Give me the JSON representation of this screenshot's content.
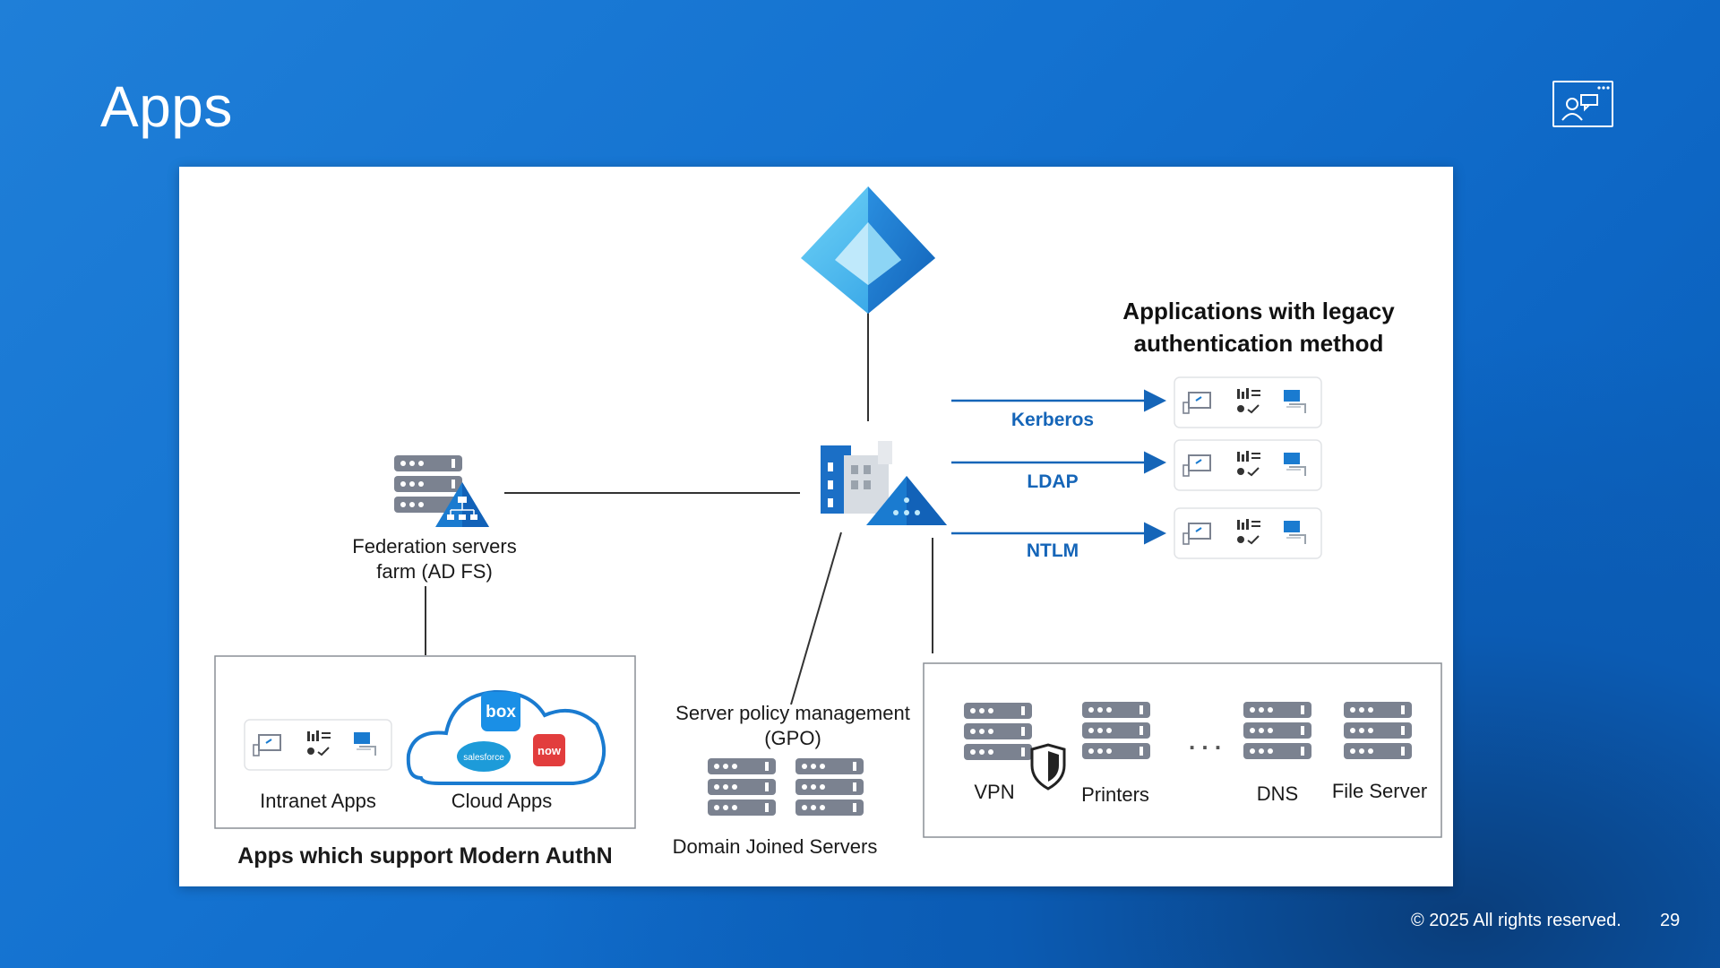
{
  "slide": {
    "title": "Apps",
    "copyright": "© 2025 All rights reserved.",
    "page_number": "29"
  },
  "icons": {
    "presenter": "presenter-icon",
    "entra": "entra-id-pyramid-icon",
    "onprem": "onprem-building-ad-icon",
    "adfs": "adfs-server-icon"
  },
  "diagram": {
    "legacy_heading_line1": "Applications with legacy",
    "legacy_heading_line2": "authentication method",
    "protocols": [
      "Kerberos",
      "LDAP",
      "NTLM"
    ],
    "adfs_label_line1": "Federation servers",
    "adfs_label_line2": "farm (AD FS)",
    "gpo_label_line1": "Server policy management",
    "gpo_label_line2": "(GPO)",
    "domain_joined_label": "Domain Joined Servers",
    "intranet_apps_label": "Intranet Apps",
    "cloud_apps_label": "Cloud Apps",
    "modern_authn_label": "Apps which support Modern AuthN",
    "cloud_logos": [
      "box",
      "salesforce",
      "now"
    ],
    "servers": [
      "VPN",
      "Printers",
      "DNS",
      "File Server"
    ],
    "ellipsis": ". . ."
  },
  "colors": {
    "accent": "#1565b8",
    "entra_light": "#5ec8f2",
    "entra_dark": "#1a7bd0",
    "server_gray": "#7b8290",
    "box_blue": "#1a8fe6",
    "now_red": "#e23d3d",
    "salesforce_blue": "#1d9bd9"
  }
}
